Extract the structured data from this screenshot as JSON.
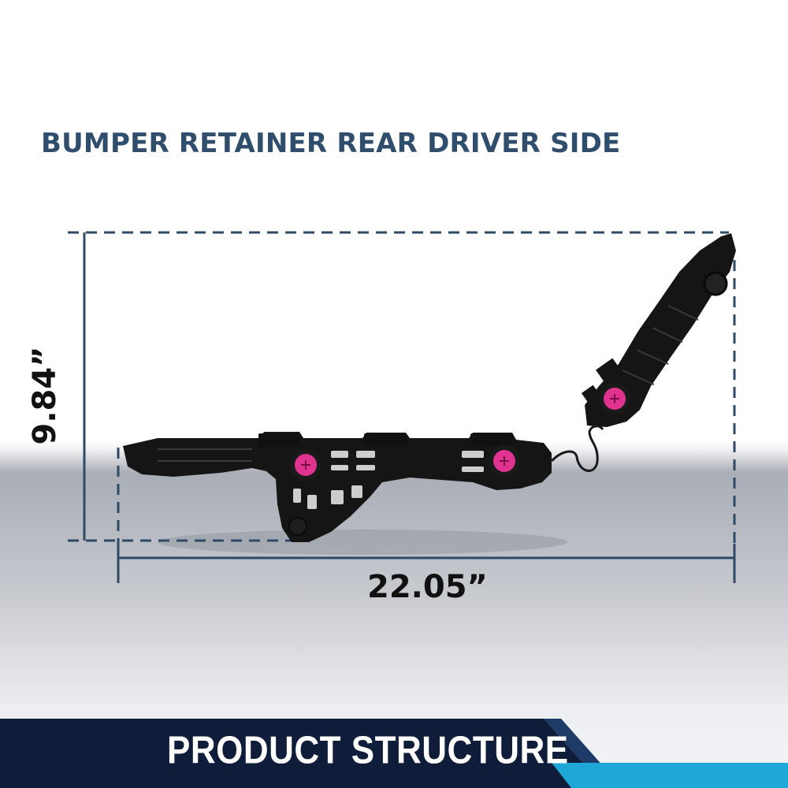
{
  "heading": {
    "title": "BUMPER RETAINER REAR DRIVER SIDE"
  },
  "dimensions": {
    "width": "22.05”",
    "height": "9.84”"
  },
  "banner": {
    "label": "PRODUCT STRUCTURE"
  },
  "colors": {
    "title": "#2f4e6e",
    "dimension_line": "#2f4a66",
    "part": "#151515",
    "clip": "#e0338f",
    "banner_dark": "#0f1d3a",
    "banner_accent": "#1fa7d8"
  },
  "icons": {
    "part": "bumper-retainer-bracket",
    "fastener": "pink-push-clip"
  }
}
